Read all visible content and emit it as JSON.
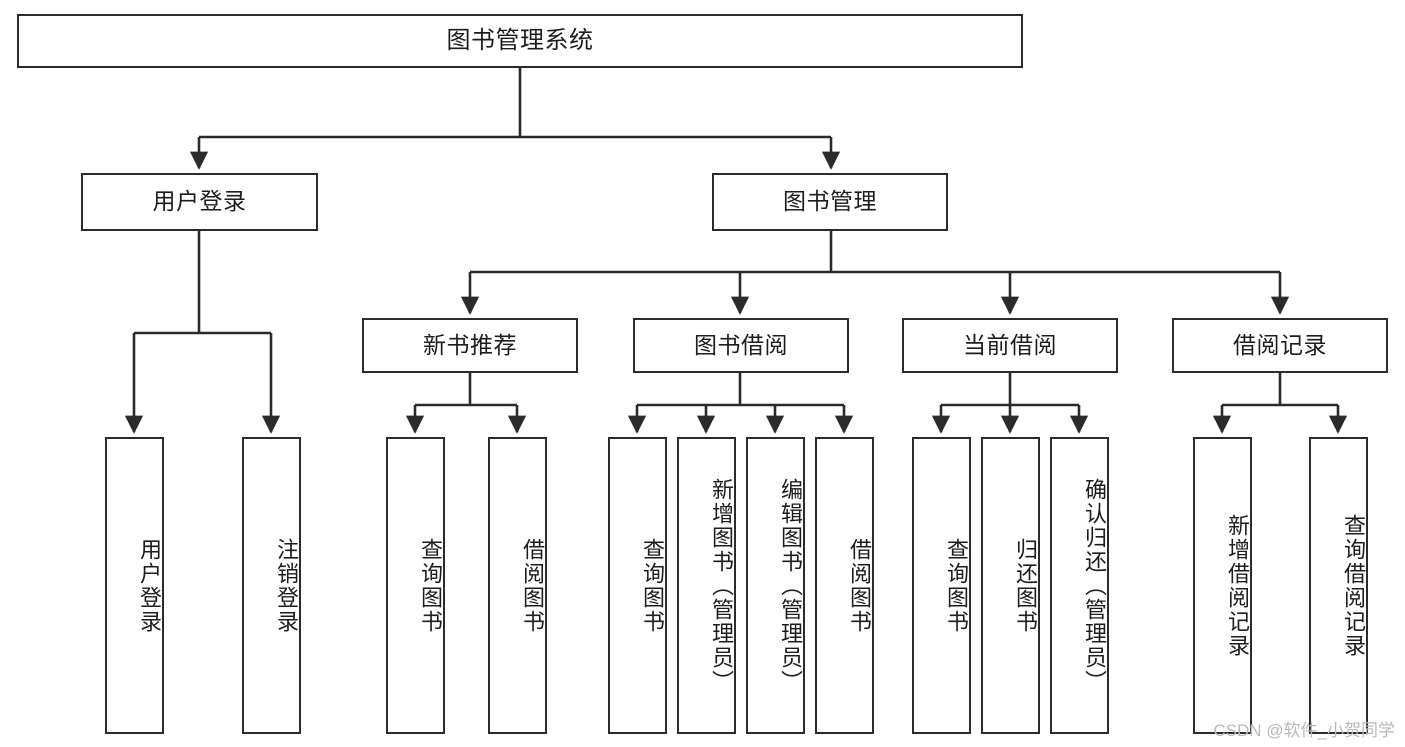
{
  "diagram": {
    "title": "图书管理系统",
    "type": "tree",
    "orientation": "top-down",
    "colors": {
      "stroke": "#2b2b2b",
      "box_fill": "#ffffff",
      "text": "#1d1d1d",
      "background": "#ffffff",
      "watermark": "#b9b9b9"
    },
    "root": {
      "label": "图书管理系统"
    },
    "level2": [
      {
        "id": "user-login",
        "label": "用户登录"
      },
      {
        "id": "book-management",
        "label": "图书管理"
      }
    ],
    "level3": [
      {
        "id": "new-book-recommend",
        "label": "新书推荐"
      },
      {
        "id": "book-borrow",
        "label": "图书借阅"
      },
      {
        "id": "current-borrow",
        "label": "当前借阅"
      },
      {
        "id": "borrow-record",
        "label": "借阅记录"
      }
    ],
    "leaves": {
      "user_login": [
        {
          "id": "leaf-user-login",
          "label": "用户登录"
        },
        {
          "id": "leaf-logout-login",
          "label": "注销登录"
        }
      ],
      "new_book_recommend": [
        {
          "id": "leaf-query-book-1",
          "label": "查询图书"
        },
        {
          "id": "leaf-borrow-book-1",
          "label": "借阅图书"
        }
      ],
      "book_borrow": [
        {
          "id": "leaf-query-book-2",
          "label": "查询图书"
        },
        {
          "id": "leaf-add-book",
          "label": "新增图书（管理员）"
        },
        {
          "id": "leaf-edit-book",
          "label": "编辑图书（管理员）"
        },
        {
          "id": "leaf-borrow-book-2",
          "label": "借阅图书"
        }
      ],
      "current_borrow": [
        {
          "id": "leaf-query-book-3",
          "label": "查询图书"
        },
        {
          "id": "leaf-return-book",
          "label": "归还图书"
        },
        {
          "id": "leaf-confirm-return",
          "label": "确认归还（管理员）"
        }
      ],
      "borrow_record": [
        {
          "id": "leaf-add-record",
          "label": "新增借阅记录"
        },
        {
          "id": "leaf-query-record",
          "label": "查询借阅记录"
        }
      ]
    }
  },
  "watermark": {
    "text": "CSDN @软件_小贺同学"
  }
}
